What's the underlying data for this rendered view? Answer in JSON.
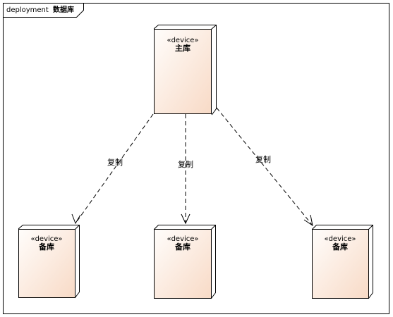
{
  "frame": {
    "kind": "deployment",
    "name": "数据库"
  },
  "nodes": [
    {
      "id": "primary",
      "stereotype": "«device»",
      "name": "主库"
    },
    {
      "id": "replica1",
      "stereotype": "«device»",
      "name": "备库"
    },
    {
      "id": "replica2",
      "stereotype": "«device»",
      "name": "备库"
    },
    {
      "id": "replica3",
      "stereotype": "«device»",
      "name": "备库"
    }
  ],
  "edges": [
    {
      "from": "primary",
      "to": "replica1",
      "label": "复制",
      "style": "dashed"
    },
    {
      "from": "primary",
      "to": "replica2",
      "label": "复制",
      "style": "dashed"
    },
    {
      "from": "primary",
      "to": "replica3",
      "label": "复制",
      "style": "dashed"
    }
  ],
  "colors": {
    "node_fill_top": "#fef7f2",
    "node_fill_bottom": "#f9dccb",
    "node_side": "#ffffff",
    "stroke": "#000000"
  }
}
